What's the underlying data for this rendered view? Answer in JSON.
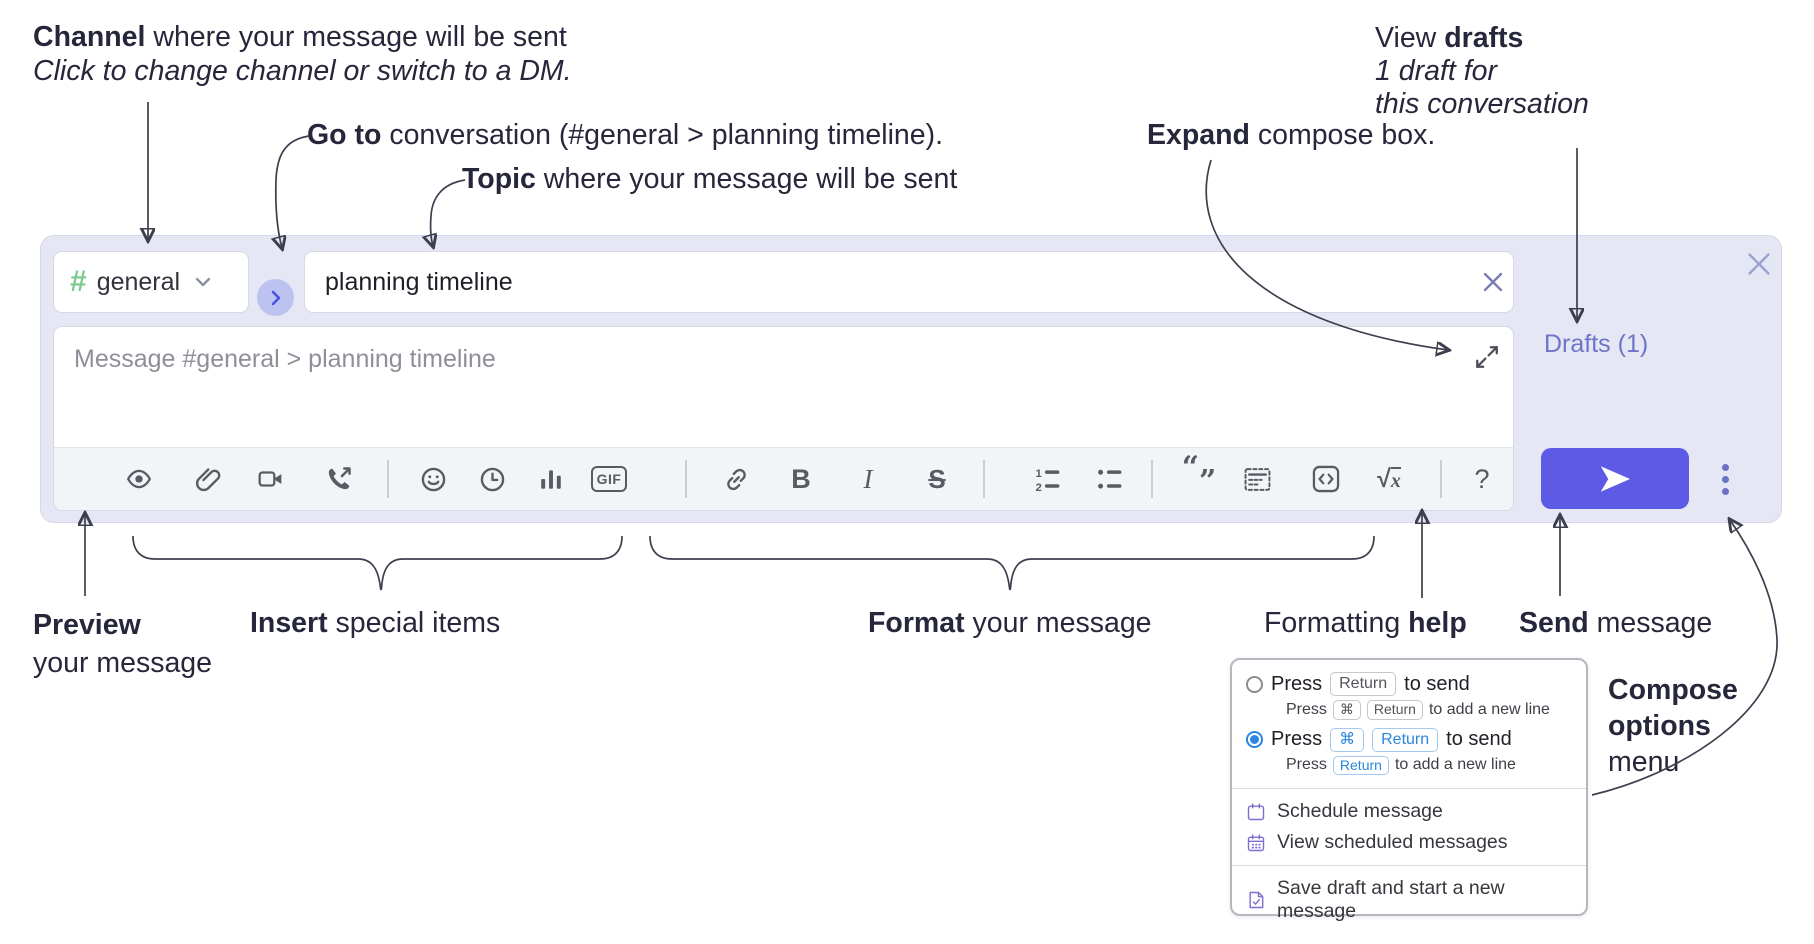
{
  "colors": {
    "panel_bg": "#e5e7f4",
    "send_button": "#5d5be6",
    "accent_blue": "#2c86df",
    "drafts_link": "#6e74c9",
    "hash_green": "#7bc98f",
    "menu_icon_purple": "#7e6fd2",
    "toolbar_icon": "#575c63",
    "annotation_text": "#27273c"
  },
  "annotations": {
    "channel": {
      "bold": "Channel",
      "rest": " where your message will be sent",
      "line2": "Click to change channel or switch to a DM."
    },
    "goto": {
      "bold": "Go to",
      "rest": " conversation (#general > planning timeline)."
    },
    "topic": {
      "bold": "Topic",
      "rest": " where your message will be sent"
    },
    "expand": {
      "bold": "Expand",
      "rest": " compose box."
    },
    "drafts": {
      "pre": "View ",
      "bold": "drafts",
      "line2": "1 draft for",
      "line3": "this conversation"
    },
    "preview": {
      "bold": "Preview",
      "line2": "your message"
    },
    "insert": {
      "bold": "Insert",
      "rest": " special items"
    },
    "format": {
      "bold": "Format",
      "rest": " your message"
    },
    "help": {
      "pre": "Formatting ",
      "bold": "help"
    },
    "send": {
      "bold": "Send",
      "rest": " message"
    },
    "compose_options": {
      "bold1": "Compose",
      "bold2": "options",
      "line3": "menu"
    }
  },
  "compose": {
    "channel_name": "general",
    "topic_value": "planning timeline",
    "message_placeholder": "Message #general > planning timeline",
    "drafts_label": "Drafts (1)",
    "toolbar": {
      "icons": [
        "preview-eye",
        "attach-file",
        "start-video-call",
        "start-voice-call",
        "add-emoji",
        "add-global-time",
        "add-poll",
        "add-gif",
        "link",
        "bold",
        "italic",
        "strikethrough",
        "numbered-list",
        "bulleted-list",
        "quote",
        "spoiler",
        "code",
        "math",
        "help"
      ],
      "gif_label": "GIF",
      "bold_glyph": "B",
      "italic_glyph": "I",
      "strike_glyph": "S",
      "ol_1": "1",
      "ol_2": "2",
      "quote_open": "“",
      "quote_close": "”",
      "math_root": "√",
      "math_x": "x",
      "help_glyph": "?"
    }
  },
  "popup": {
    "options": [
      {
        "press": "Press",
        "keys_main": [
          "Return"
        ],
        "after": "to send",
        "sub_press": "Press",
        "sub_keys": [
          "⌘",
          "Return"
        ],
        "sub_after": "to add a new line",
        "selected": false
      },
      {
        "press": "Press",
        "keys_main": [
          "⌘",
          "Return"
        ],
        "after": "to send",
        "sub_press": "Press",
        "sub_keys": [
          "Return"
        ],
        "sub_after": "to add a new line",
        "selected": true
      }
    ],
    "items": [
      {
        "label": "Schedule message"
      },
      {
        "label": "View scheduled messages"
      },
      {
        "label": "Save draft and start a new message"
      }
    ]
  }
}
